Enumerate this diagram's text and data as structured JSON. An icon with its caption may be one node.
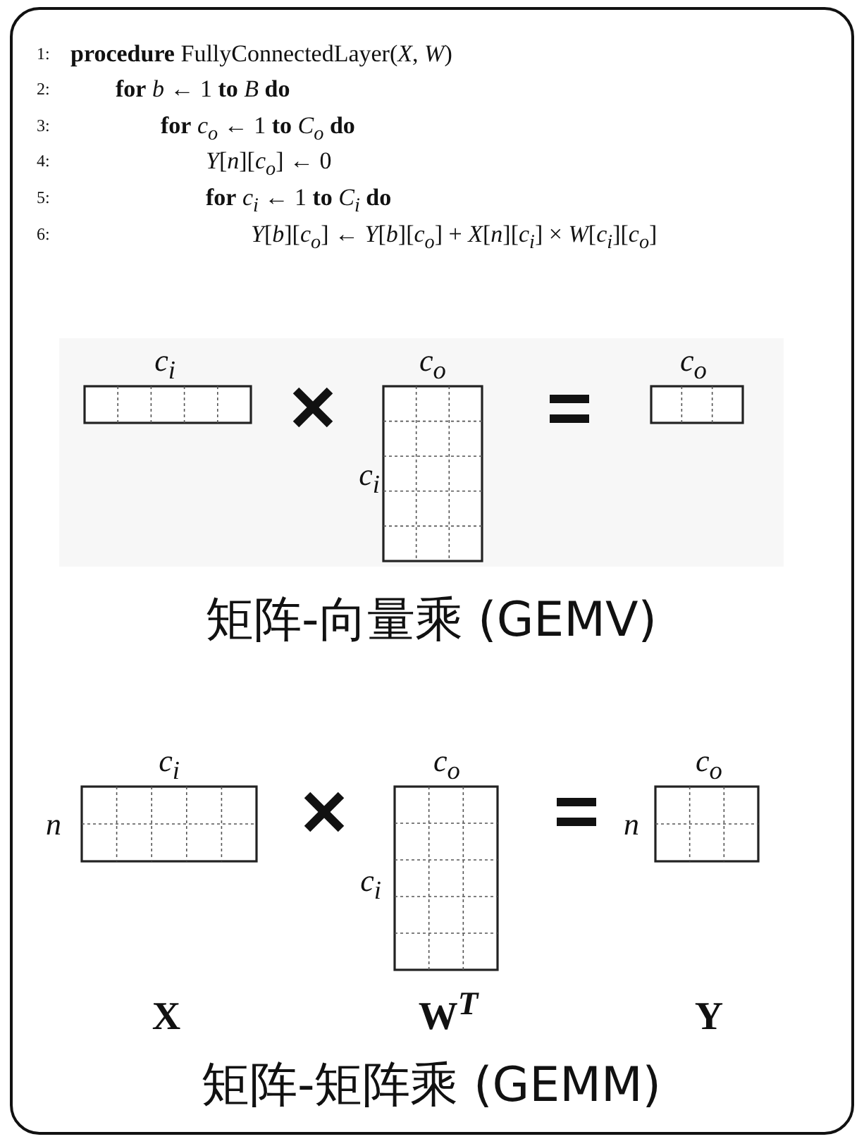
{
  "diagram": {
    "labels": [
      "1:",
      "**procedure** FullyConnectedLayer(*X*, *W*)",
      "2:",
      "**for** *b* ← 1 **to** *B* **do**",
      "3:",
      "**for** *c*$_{o}$ ← 1 **to** *C*$_{o}$ **do**",
      "4:",
      "*Y*[*n*][*c*$_{o}$] ← 0",
      "5:",
      "**for** *c*$_{i}$ ← 1 **to** *C*$_{i}$ **do**",
      "6:",
      "*Y*[*b*][*c*$_{o}$] ← *Y*[*b*][*c*$_{o}$] + *X*[*n*][*c*$_{i}$] × *W*[*c*$_{i}$][*c*$_{o}$]",
      "c$_{i}$",
      "c$_{o}$",
      "c$_{o}$",
      "c$_{i}$",
      "矩阵-向量乘 (GEMV)",
      "c$_{i}$",
      "c$_{o}$",
      "c$_{o}$",
      "n",
      "n",
      "c$_{i}$",
      "X",
      "**W**$^{T}$",
      "Y",
      "矩阵-矩阵乘 (GEMM)"
    ]
  }
}
